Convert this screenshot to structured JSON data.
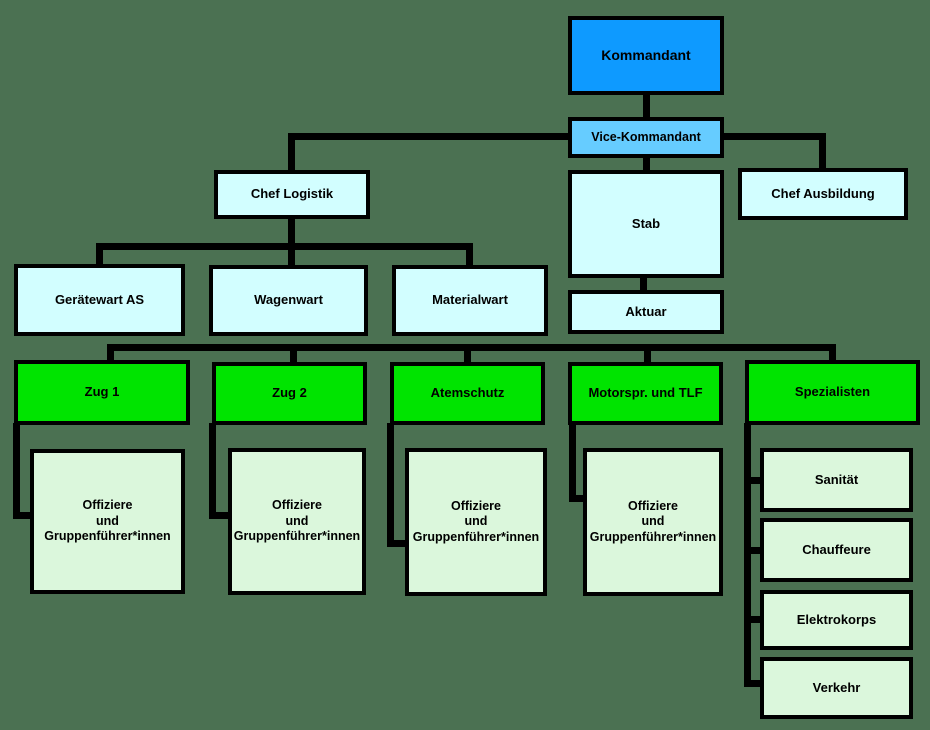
{
  "colors": {
    "background": "#4b7152",
    "line": "#000000",
    "border": "#000000",
    "text": "#000000",
    "commander_fill": "#0e9aff",
    "deputy_fill": "#66ccff",
    "staff_fill": "#d2feff",
    "unit_fill": "#00e400",
    "sub_fill": "#dbf7dc"
  },
  "nodes": {
    "kommandant": {
      "label": "Kommandant"
    },
    "vice_kommandant": {
      "label": "Vice-Kommandant"
    },
    "chef_logistik": {
      "label": "Chef Logistik"
    },
    "stab": {
      "label": "Stab"
    },
    "chef_ausbildung": {
      "label": "Chef Ausbildung"
    },
    "geraetewart_as": {
      "label": "Gerätewart AS"
    },
    "wagenwart": {
      "label": "Wagenwart"
    },
    "materialwart": {
      "label": "Materialwart"
    },
    "aktuar": {
      "label": "Aktuar"
    },
    "zug1": {
      "label": "Zug 1"
    },
    "zug2": {
      "label": "Zug 2"
    },
    "atemschutz": {
      "label": "Atemschutz"
    },
    "motorspritze_tlf": {
      "label": "Motorspr. und TLF"
    },
    "spezialisten": {
      "label": "Spezialisten"
    },
    "offiziere_zug1": {
      "label": "Offiziere\nund\nGruppenführer*innen"
    },
    "offiziere_zug2": {
      "label": "Offiziere\nund\nGruppenführer*innen"
    },
    "offiziere_atemschutz": {
      "label": "Offiziere\nund\nGruppenführer*innen"
    },
    "offiziere_motorspritze": {
      "label": "Offiziere\nund\nGruppenführer*innen"
    },
    "sanitaet": {
      "label": "Sanität"
    },
    "chauffeure": {
      "label": "Chauffeure"
    },
    "elektrokorps": {
      "label": "Elektrokorps"
    },
    "verkehr": {
      "label": "Verkehr"
    }
  }
}
